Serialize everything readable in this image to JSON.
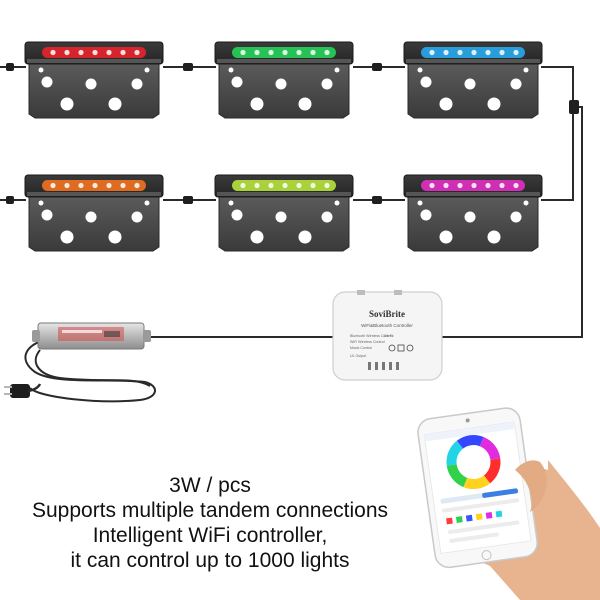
{
  "controller": {
    "brand": "SoviBrite",
    "model": "WiFi&Bluetooth Controller",
    "features": [
      "Bluetooth Wireless Control",
      "WiFi Wireless Control",
      "Music Control",
      "Ce Fc",
      "UL Output"
    ]
  },
  "lights": [
    {
      "color": "#e8242c"
    },
    {
      "color": "#27d35a"
    },
    {
      "color": "#29a9ee"
    },
    {
      "color": "#f3721f"
    },
    {
      "color": "#b6e33c"
    },
    {
      "color": "#e12fc4"
    }
  ],
  "caption": {
    "line1": "3W / pcs",
    "line2": "Supports multiple tandem connections",
    "line3": "Intelligent WiFi controller,",
    "line4": "it can control up to 1000 lights"
  }
}
